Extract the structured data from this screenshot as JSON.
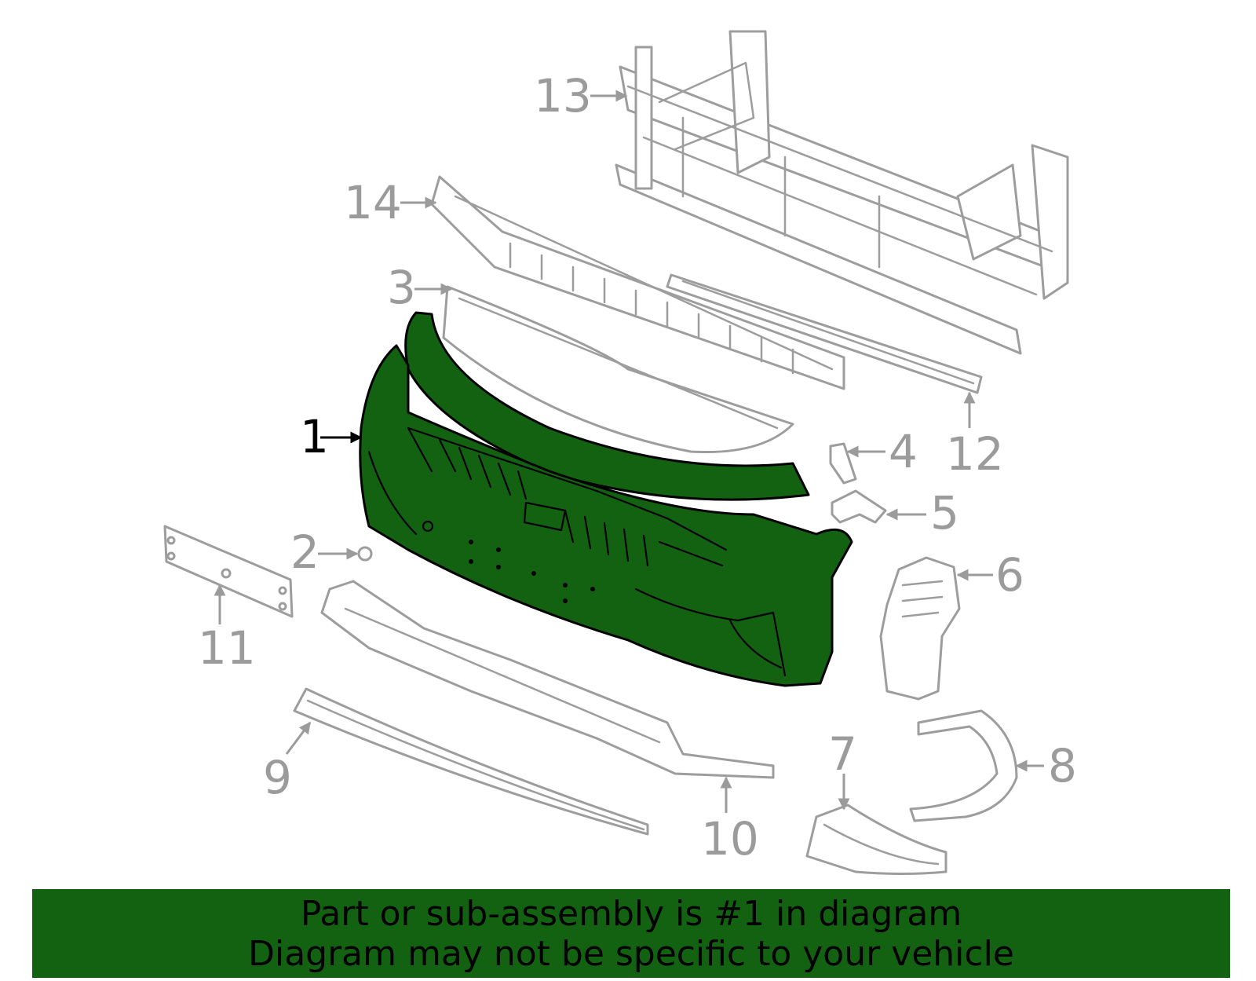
{
  "colors": {
    "highlight": "#136212",
    "ghost_stroke": "#9d9d9d",
    "label_gray": "#9b9b9b",
    "banner_bg": "#136212",
    "banner_text": "#000000"
  },
  "callouts": {
    "c1": "1",
    "c2": "2",
    "c3": "3",
    "c4": "4",
    "c5": "5",
    "c6": "6",
    "c7": "7",
    "c8": "8",
    "c9": "9",
    "c10": "10",
    "c11": "11",
    "c12": "12",
    "c13": "13",
    "c14": "14"
  },
  "highlighted_part": "1",
  "banner": {
    "line1": "Part or sub-assembly is #1 in diagram",
    "line2": "Diagram may not be specific to your vehicle"
  }
}
